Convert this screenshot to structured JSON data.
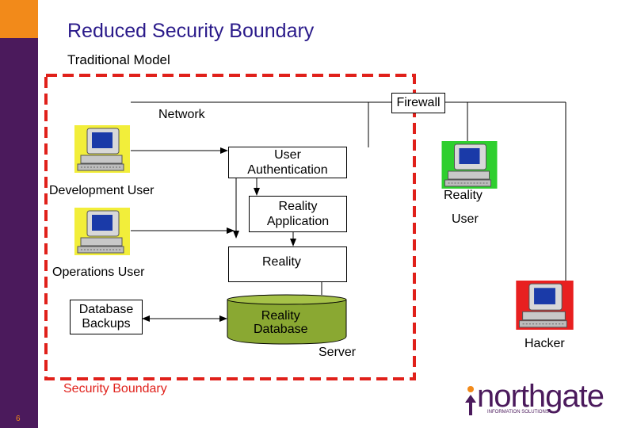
{
  "slide": {
    "title": "Reduced Security Boundary",
    "subtitle": "Traditional Model",
    "page_number": "6"
  },
  "diagram": {
    "network_label": "Network",
    "firewall_label": "Firewall",
    "user_auth_label": "User Authentication",
    "user_auth_line1": "User",
    "user_auth_line2": "Authentication",
    "dev_user_label": "Development User",
    "reality_app_line1": "Reality",
    "reality_app_line2": "Application",
    "reality_user_line1": "Reality",
    "reality_user_line2": "User",
    "ops_user_label": "Operations User",
    "reality_box_label": "Reality",
    "db_backups_line1": "Database",
    "db_backups_line2": "Backups",
    "reality_db_line1": "Reality",
    "reality_db_line2": "Database",
    "server_label": "Server",
    "hacker_label": "Hacker",
    "security_boundary_label": "Security Boundary"
  },
  "logo": {
    "name": "northgate",
    "tagline": "INFORMATION SOLUTIONS",
    "color": "#4b1a5c"
  },
  "colors": {
    "boundary": "#e0201a",
    "database": "#8aa832",
    "dev_user_bg": "#f2ee3a",
    "reality_user_bg": "#2ecf2e",
    "hacker_bg": "#e82020",
    "sidebar": "#4b1a5c",
    "accent": "#f28a1a"
  },
  "icons": {
    "workstation": "computer-icon",
    "logo_mark": "northgate-arrow-icon"
  }
}
